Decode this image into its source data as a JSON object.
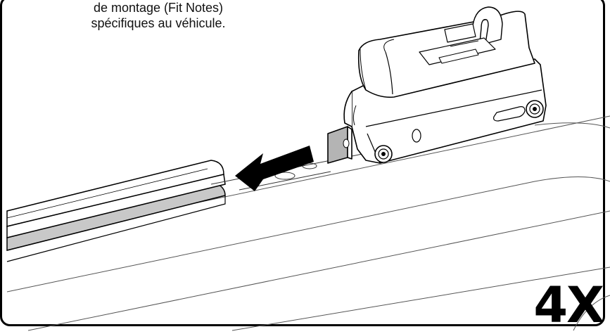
{
  "instruction": {
    "lines": [
      "de montage (Fit Notes)",
      "spécifiques au véhicule."
    ]
  },
  "multiplier": "4X",
  "icons": {
    "arrow": "arrow-left-icon",
    "mount": "roof-rack-foot-icon",
    "rail": "roof-rail-icon"
  },
  "colors": {
    "outline": "#000000",
    "rail_inlay": "#c8c8c8",
    "pad": "#b4b4b4"
  }
}
